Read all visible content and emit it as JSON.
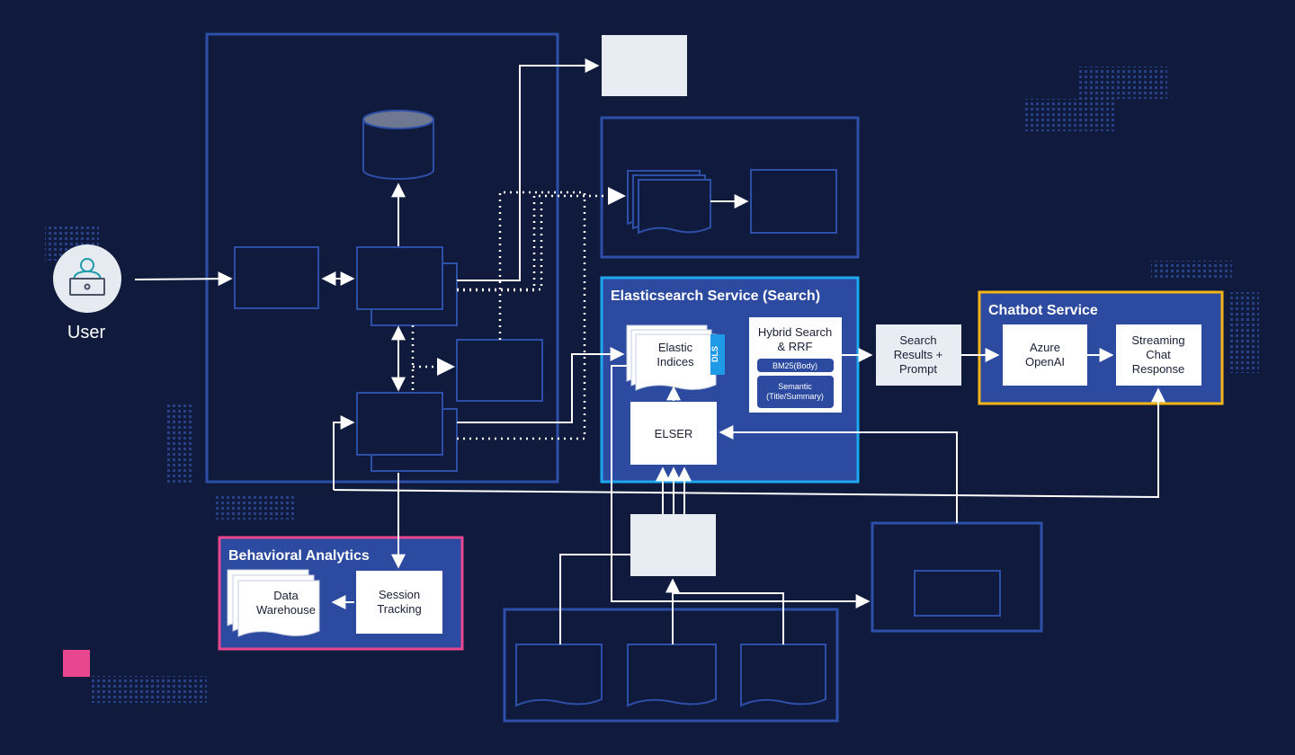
{
  "user": {
    "label": "User"
  },
  "elasticsearch": {
    "title": "Elasticsearch Service (Search)",
    "indices_label": [
      "Elastic",
      "Indices"
    ],
    "dls_label": "DLS",
    "hybrid_label": [
      "Hybrid Search",
      "& RRF"
    ],
    "bm25_label": "BM25(Body)",
    "semantic_label": [
      "Semantic",
      "(Title/Summary)"
    ],
    "elser_label": "ELSER"
  },
  "search_results": {
    "label": [
      "Search",
      "Results +",
      "Prompt"
    ]
  },
  "chatbot": {
    "title": "Chatbot Service",
    "azure_label": [
      "Azure",
      "OpenAI"
    ],
    "streaming_label": [
      "Streaming",
      "Chat",
      "Response"
    ]
  },
  "behavioral": {
    "title": "Behavioral Analytics",
    "warehouse_label": [
      "Data",
      "Warehouse"
    ],
    "session_label": [
      "Session",
      "Tracking"
    ]
  },
  "colors": {
    "background": "#0f1a3c",
    "frame_blue": "#2e4fa8",
    "service_fill": "#2c4aa0",
    "elastic_border": "#1ea8f0",
    "chatbot_border": "#f4b41a",
    "behavioral_border": "#e8478f",
    "light_box": "#e8ecf3",
    "dls_tag": "#1e9ae6"
  }
}
